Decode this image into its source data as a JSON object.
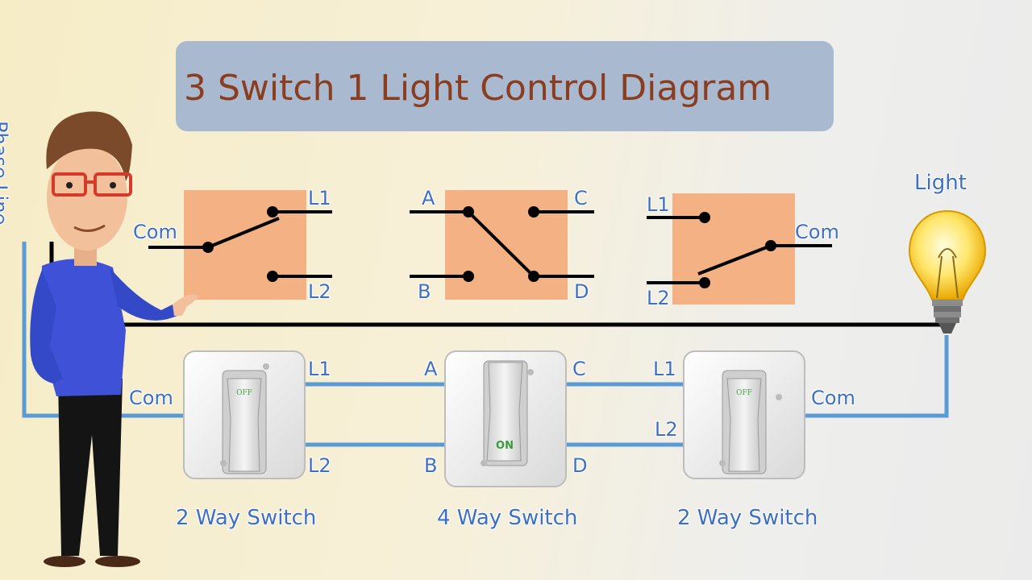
{
  "title": "3 Switch 1 Light Control Diagram",
  "phase_label": "Phase Line",
  "light_label": "Light",
  "schematic": {
    "switch1": {
      "com": "Com",
      "l1": "L1",
      "l2": "L2"
    },
    "switch2": {
      "a": "A",
      "b": "B",
      "c": "C",
      "d": "D"
    },
    "switch3": {
      "l1": "L1",
      "l2": "L2",
      "com": "Com"
    }
  },
  "physical": {
    "switch1": {
      "com": "Com",
      "l1": "L1",
      "l2": "L2",
      "caption": "2 Way Switch",
      "state": "OFF"
    },
    "switch2": {
      "a": "A",
      "b": "B",
      "c": "C",
      "d": "D",
      "caption": "4 Way Switch",
      "state": "ON"
    },
    "switch3": {
      "l1": "L1",
      "l2": "L2",
      "com": "Com",
      "caption": "2 Way Switch",
      "state": "OFF"
    }
  },
  "colors": {
    "title_box": "#a9b9cf",
    "title_text": "#8a3d1f",
    "schematic_box": "#f4b183",
    "wire_blue": "#5b9bd5",
    "wire_black": "#000000",
    "label_blue": "#3e6fc6"
  }
}
